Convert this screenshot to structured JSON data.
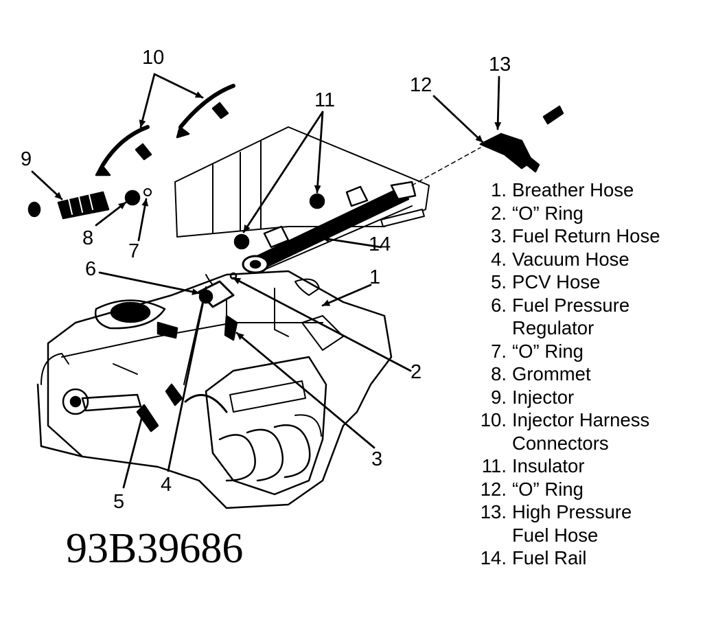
{
  "callouts": {
    "c1": "1",
    "c2": "2",
    "c3": "3",
    "c4": "4",
    "c5": "5",
    "c6": "6",
    "c7": "7",
    "c8": "8",
    "c9": "9",
    "c10": "10",
    "c11": "11",
    "c12": "12",
    "c13": "13",
    "c14": "14"
  },
  "legend": [
    {
      "num": "1.",
      "lines": [
        "Breather Hose"
      ]
    },
    {
      "num": "2.",
      "lines": [
        "“O” Ring"
      ]
    },
    {
      "num": "3.",
      "lines": [
        "Fuel Return Hose"
      ]
    },
    {
      "num": "4.",
      "lines": [
        "Vacuum Hose"
      ]
    },
    {
      "num": "5.",
      "lines": [
        "PCV Hose"
      ]
    },
    {
      "num": "6.",
      "lines": [
        "Fuel Pressure",
        "Regulator"
      ]
    },
    {
      "num": "7.",
      "lines": [
        "“O” Ring"
      ]
    },
    {
      "num": "8.",
      "lines": [
        "Grommet"
      ]
    },
    {
      "num": "9.",
      "lines": [
        "Injector"
      ]
    },
    {
      "num": "10.",
      "lines": [
        "Injector Harness",
        "Connectors"
      ]
    },
    {
      "num": "11.",
      "lines": [
        "Insulator"
      ]
    },
    {
      "num": "12.",
      "lines": [
        "“O” Ring"
      ]
    },
    {
      "num": "13.",
      "lines": [
        "High Pressure",
        "Fuel Hose"
      ]
    },
    {
      "num": "14.",
      "lines": [
        "Fuel Rail"
      ]
    }
  ],
  "figure_code": "93B39686"
}
